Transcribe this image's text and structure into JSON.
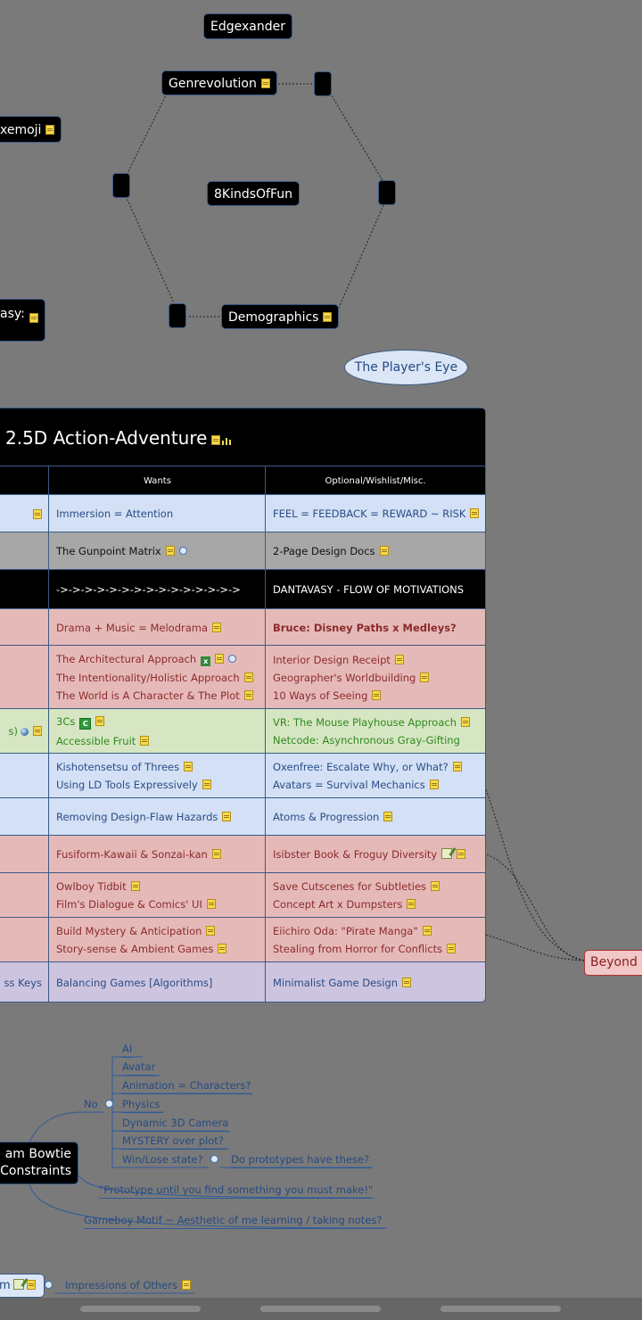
{
  "top_nodes": {
    "edgexander": "Edgexander",
    "genrevolution": "Genrevolution",
    "kinds_of_fun": "8KindsOfFun",
    "demographics": "Demographics",
    "emoji_partial": "xemoji",
    "fantasy_partial": "asy:",
    "players_eye": "The Player's Eye"
  },
  "grid": {
    "title": "2.5D Action-Adventure",
    "headers": [
      "",
      "Wants",
      "Optional/Wishlist/Misc."
    ],
    "rows": [
      {
        "c1": [
          "Immersion = Attention"
        ],
        "c2": [
          "FEEL = FEEDBACK = REWARD ~ RISK"
        ]
      },
      {
        "c1": [
          "The Gunpoint Matrix"
        ],
        "c2": [
          "2-Page Design Docs"
        ]
      },
      {
        "c1": [
          "->->->->->->->->->->->->->->->"
        ],
        "c2": [
          "DANTAVASY - FLOW OF MOTIVATIONS"
        ]
      },
      {
        "c1": [
          "Drama + Music = Melodrama"
        ],
        "c2": [
          "Bruce: Disney Paths x Medleys?"
        ]
      },
      {
        "c1": [
          "The Architectural Approach",
          "The Intentionality/Holistic Approach",
          "The World is A Character & The Plot"
        ],
        "c2": [
          "Interior Design Receipt",
          "Geographer's Worldbuilding",
          "10 Ways of Seeing"
        ]
      },
      {
        "c0": "s)",
        "c1": [
          "3Cs",
          "Accessible Fruit"
        ],
        "c2": [
          "VR: The Mouse Playhouse Approach",
          "Netcode: Asynchronous Gray-Gifting"
        ]
      },
      {
        "c1": [
          "Kishotensetsu of Threes",
          "Using LD Tools Expressively"
        ],
        "c2": [
          "Oxenfree: Escalate Why, or What?",
          "Avatars = Survival Mechanics"
        ]
      },
      {
        "c1": [
          "Removing Design-Flaw Hazards"
        ],
        "c2": [
          "Atoms & Progression"
        ]
      },
      {
        "c1": [
          "Fusiform-Kawaii & Sonzai-kan"
        ],
        "c2": [
          "Isibster Book & Froguy Diversity"
        ]
      },
      {
        "c1": [
          "Owlboy Tidbit",
          "Film's Dialogue & Comics' UI"
        ],
        "c2": [
          "Save Cutscenes for Subtleties",
          "Concept Art x Dumpsters"
        ]
      },
      {
        "c1": [
          "Build Mystery & Anticipation",
          "Story-sense & Ambient Games"
        ],
        "c2": [
          "Eiichiro Oda: \"Pirate Manga\"",
          "Stealing from Horror for Conflicts"
        ]
      },
      {
        "c0": "ss Keys",
        "c1": [
          "Balancing Games [Algorithms]"
        ],
        "c2": [
          "Minimalist Game Design"
        ]
      }
    ]
  },
  "beyond": "Beyond",
  "mindmap": {
    "root_line1": "am Bowtie",
    "root_line2": "Constraints",
    "no_label": "No",
    "no_children": [
      "AI",
      "Avatar",
      "Animation = Characters?",
      "Physics",
      "Dynamic 3D Camera",
      "MYSTERY over plot?",
      "Win/Lose state?"
    ],
    "winlose_child": "Do prototypes have these?",
    "prototype_quote": "\"Prototype until you find something you must make!\"",
    "gameboy": "Gameboy Motif ~ Aesthetic of me learning / taking notes?",
    "bottom_partial": "m",
    "impressions": "Impressions of Others"
  }
}
